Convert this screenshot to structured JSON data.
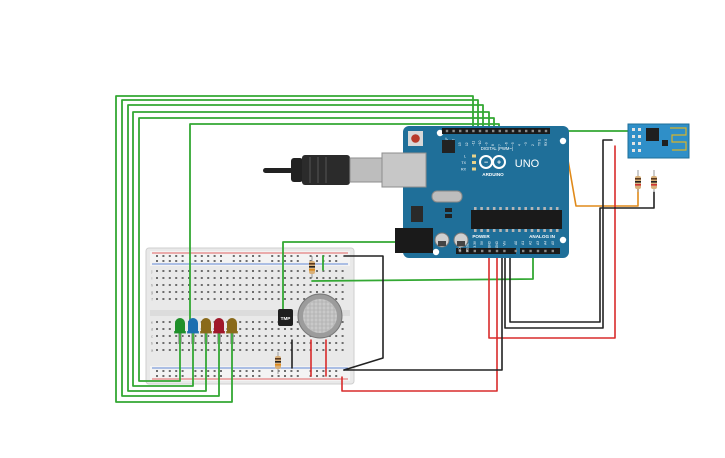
{
  "arduino": {
    "model": "UNO",
    "brand": "ARDUINO",
    "digital_header": "DIGITAL (PWM~)",
    "power_label": "POWER",
    "analog_label": "ANALOG IN",
    "top_pins": [
      "AREF",
      "GND",
      "13",
      "12",
      "~11",
      "~10",
      "~9",
      "8",
      "7",
      "~6",
      "~5",
      "4",
      "~3",
      "2",
      "TX 1",
      "RX 0"
    ],
    "bottom_pins": [
      "IOREF",
      "RESET",
      "3.3V",
      "5V",
      "GND",
      "GND",
      "Vin",
      "A0",
      "A1",
      "A2",
      "A3",
      "A4",
      "A5"
    ],
    "leds": [
      "L",
      "TX",
      "RX"
    ]
  },
  "breadboard": {
    "columns": 30,
    "row_labels_top": [
      "j",
      "i",
      "h",
      "g",
      "f"
    ],
    "row_labels_bottom": [
      "e",
      "d",
      "c",
      "b",
      "a"
    ]
  },
  "sensor": {
    "label": "TMP"
  },
  "leds": [
    {
      "color": "#1f8f2a",
      "name": "green"
    },
    {
      "color": "#1d6fb0",
      "name": "blue"
    },
    {
      "color": "#8a6a1b",
      "name": "yellow"
    },
    {
      "color": "#a0182a",
      "name": "red"
    },
    {
      "color": "#8a6a1b",
      "name": "yellow-2"
    }
  ],
  "colors": {
    "board": "#1f6f99",
    "wire_green": "#33a833",
    "wire_red": "#d92b2b",
    "wire_black": "#222222",
    "wire_orange": "#e08a1a",
    "esp_board": "#2f8fc8"
  }
}
